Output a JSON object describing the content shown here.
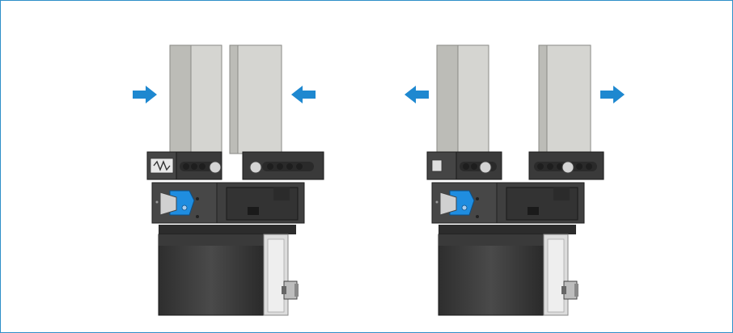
{
  "figure": {
    "colors": {
      "frame": "#2f8fc8",
      "arrow": "#1e88d0",
      "jaw_light": "#d6d6d2",
      "jaw_mid": "#bdbdb8",
      "jaw_dark": "#8f8f8a",
      "body_dark": "#3a3a3a",
      "body_mid": "#4d4d4d",
      "body_black": "#202020",
      "blue_part": "#1f8de0",
      "plate": "#dcdcdc"
    },
    "panels": [
      {
        "state": "closing",
        "arrows": [
          {
            "direction": "right",
            "icon": "arrow-right-icon"
          },
          {
            "direction": "left",
            "icon": "arrow-left-icon"
          }
        ]
      },
      {
        "state": "opening",
        "arrows": [
          {
            "direction": "left",
            "icon": "arrow-left-icon"
          },
          {
            "direction": "right",
            "icon": "arrow-right-icon"
          }
        ]
      }
    ]
  }
}
